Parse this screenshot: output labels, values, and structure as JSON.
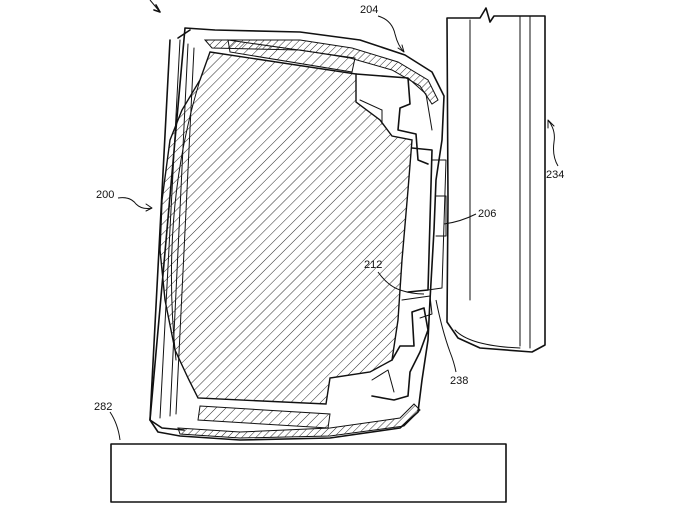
{
  "figure": {
    "labels": {
      "housing": "200",
      "shell": "204",
      "contact": "206",
      "gap": "212",
      "stand": "234",
      "tip": "238",
      "surface": "282"
    }
  }
}
